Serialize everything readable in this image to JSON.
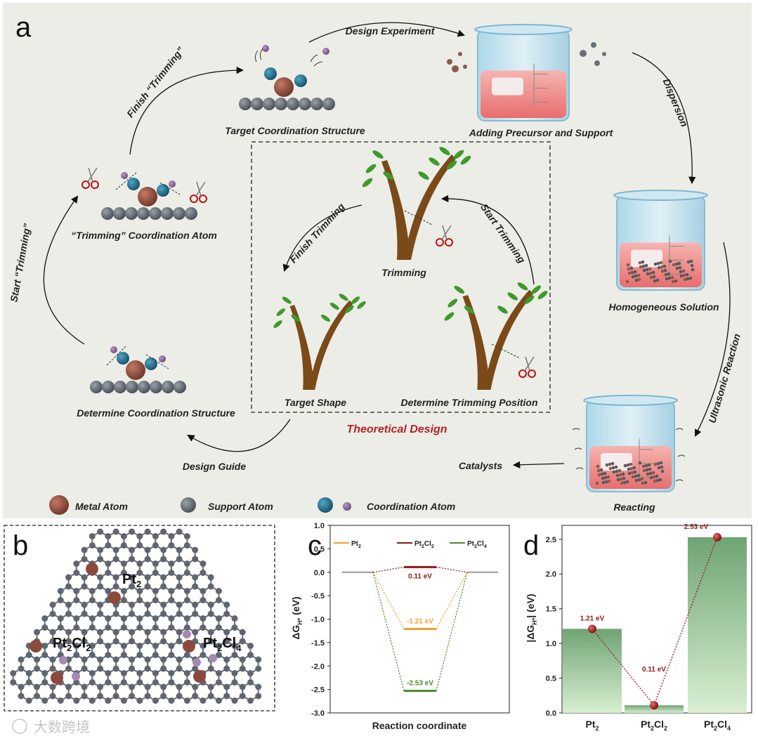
{
  "panel_a": {
    "letter": "a",
    "steps": {
      "target_structure": "Target Coordination Structure",
      "design_experiment": "Design Experiment",
      "adding_precursor": "Adding Precursor and Support",
      "dispersion": "Dispersion",
      "homogeneous": "Homogeneous Solution",
      "ultrasonic": "Ultrasonic Reaction",
      "reacting": "Reacting",
      "catalysts": "Catalysts",
      "design_guide": "Design Guide",
      "determine_structure": "Determine Coordination Structure",
      "start_trimming_outer": "Start “Trimming”",
      "trimming_atom": "“Trimming” Coordination Atom",
      "finish_trimming_outer": "Finish “Trimming”"
    },
    "theory": {
      "title": "Theoretical Design",
      "trimming": "Trimming",
      "finish_trimming": "Finish Trimming",
      "start_trimming": "Start Trimming",
      "target_shape": "Target Shape",
      "determine_position": "Determine Trimming Position"
    },
    "legend": {
      "metal": "Metal Atom",
      "support": "Support Atom",
      "coordination": "Coordination Atom"
    },
    "colors": {
      "metal": "#8b4a3c",
      "support": "#5f6670",
      "coord_teal": "#1f6b8a",
      "coord_purple": "#8a6a9a",
      "theory_title": "#b2242a",
      "branch": "#7a4a18",
      "leaf": "#3f9a2c"
    }
  },
  "panel_b": {
    "letter": "b",
    "labels": {
      "pt2": {
        "main": "Pt",
        "sub": "2",
        "tail": "",
        "tail_sub": ""
      },
      "pt2cl2": {
        "main": "Pt",
        "sub": "2",
        "tail": "Cl",
        "tail_sub": "2"
      },
      "pt2cl4": {
        "main": "Pt",
        "sub": "2",
        "tail": "Cl",
        "tail_sub": "4"
      }
    }
  },
  "chart_data": [
    {
      "type": "line",
      "panel": "c",
      "xlabel": "Reaction coordinate",
      "ylabel_main": "ΔG",
      "ylabel_sub": "H*",
      "ylabel_unit": " (eV)",
      "ylim": [
        -3.0,
        1.0
      ],
      "yticks": [
        "1.0",
        "0.5",
        "0.0",
        "-0.5",
        "-1.0",
        "-1.5",
        "-2.0",
        "-2.5",
        "-3.0"
      ],
      "series": [
        {
          "name_main": "Pt",
          "name_sub": "2",
          "name_tail": "",
          "name_tail_sub": "",
          "value": -1.21,
          "label": "-1.21 eV",
          "color": "#f0a030"
        },
        {
          "name_main": "Pt",
          "name_sub": "2",
          "name_tail": "Cl",
          "name_tail_sub": "2",
          "value": 0.11,
          "label": "0.11 eV",
          "color": "#8b1a1a"
        },
        {
          "name_main": "Pt",
          "name_sub": "2",
          "name_tail": "Cl",
          "name_tail_sub": "4",
          "value": -2.53,
          "label": "-2.53 eV",
          "color": "#4a8a2c"
        }
      ],
      "baseline": 0.0,
      "legend": "top"
    },
    {
      "type": "bar",
      "panel": "d",
      "ylabel_main": "|ΔG",
      "ylabel_sub": "H*",
      "ylabel_unit": "| (eV)",
      "ylim": [
        0.0,
        2.7
      ],
      "yticks": [
        "0.0",
        "0.5",
        "1.0",
        "1.5",
        "2.0",
        "2.5"
      ],
      "categories": [
        {
          "main": "Pt",
          "sub": "2",
          "tail": "",
          "tail_sub": ""
        },
        {
          "main": "Pt",
          "sub": "2",
          "tail": "Cl",
          "tail_sub": "2"
        },
        {
          "main": "Pt",
          "sub": "2",
          "tail": "Cl",
          "tail_sub": "4"
        }
      ],
      "values": [
        1.21,
        0.11,
        2.53
      ],
      "labels": [
        "1.21 eV",
        "0.11 eV",
        "2.53 eV"
      ],
      "bar_color": "#8fc08f",
      "point_color": "#9a1414"
    }
  ],
  "watermark": "大数跨境"
}
